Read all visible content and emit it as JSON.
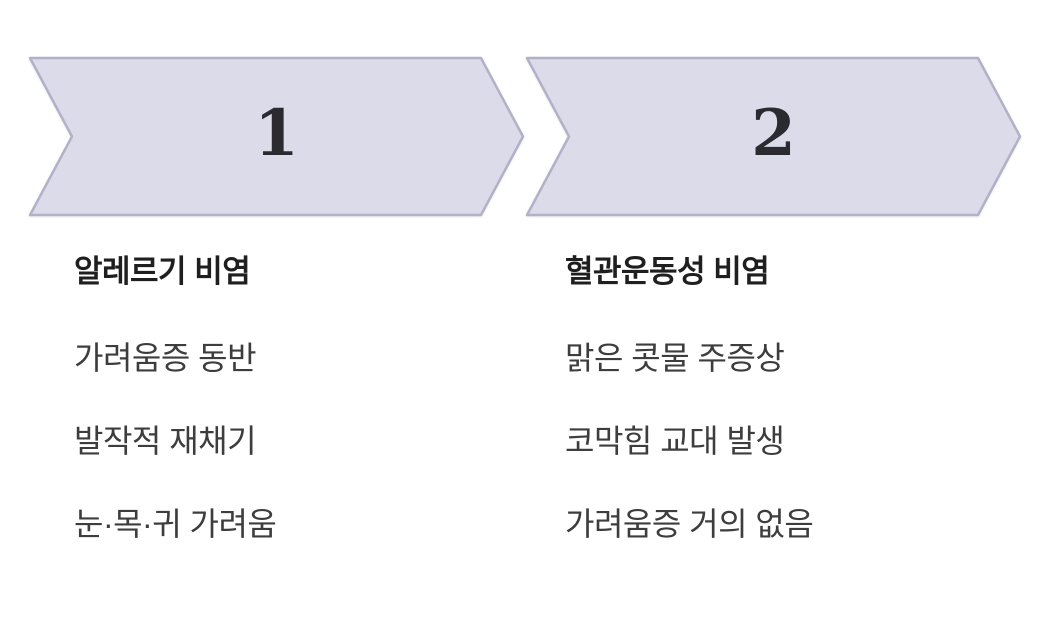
{
  "diagram": {
    "background_color": "#ffffff",
    "chevron": {
      "fill_color": "#dbdbe9",
      "border_color": "#b1b1c8"
    },
    "text_colors": {
      "number": "#2a2a30",
      "title": "#1f1f1f",
      "item": "#3d3d3d"
    },
    "steps": [
      {
        "number": "1",
        "title": "알레르기 비염",
        "items": [
          "가려움증 동반",
          "발작적 재채기",
          "눈·목·귀 가려움"
        ]
      },
      {
        "number": "2",
        "title": "혈관운동성 비염",
        "items": [
          "맑은 콧물 주증상",
          "코막힘 교대 발생",
          "가려움증 거의 없음"
        ]
      }
    ]
  }
}
